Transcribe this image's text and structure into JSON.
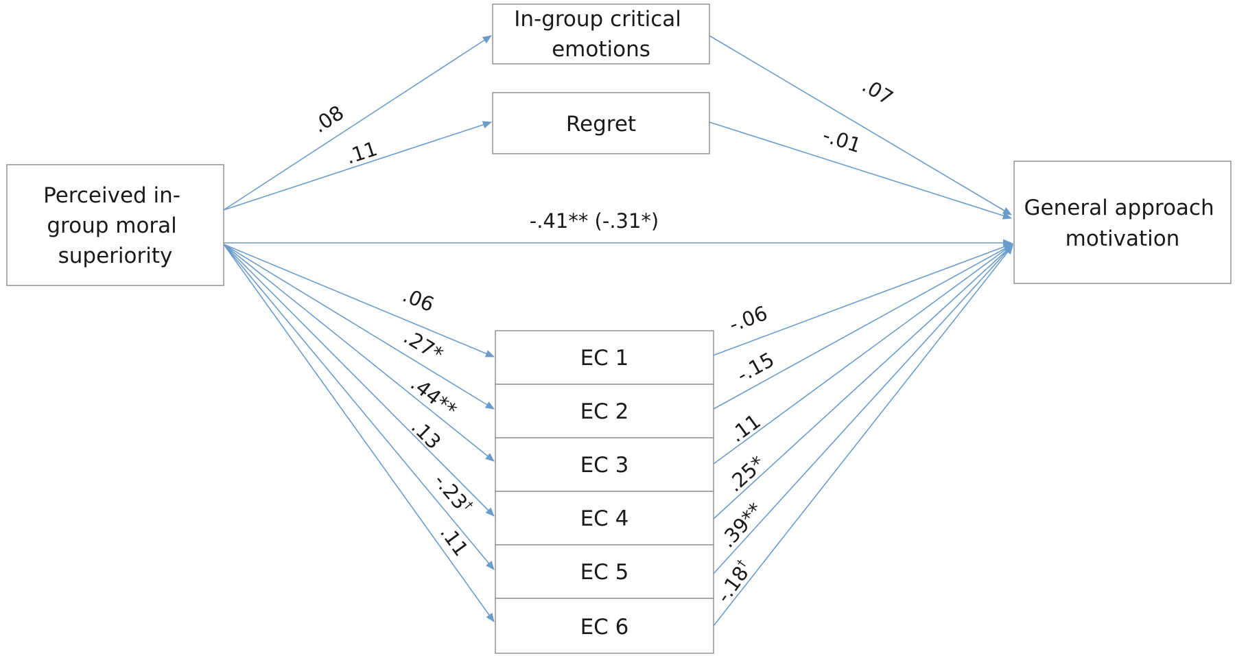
{
  "nodes": {
    "predictor": {
      "lines": [
        "Perceived in-",
        "group moral",
        "superiority"
      ]
    },
    "mediator_emotions": {
      "lines": [
        "In-group critical",
        "emotions"
      ]
    },
    "mediator_regret": {
      "lines": [
        "Regret"
      ]
    },
    "outcome": {
      "lines": [
        "General approach",
        "motivation"
      ]
    },
    "ec1": {
      "lines": [
        "EC 1"
      ]
    },
    "ec2": {
      "lines": [
        "EC 2"
      ]
    },
    "ec3": {
      "lines": [
        "EC 3"
      ]
    },
    "ec4": {
      "lines": [
        "EC 4"
      ]
    },
    "ec5": {
      "lines": [
        "EC 5"
      ]
    },
    "ec6": {
      "lines": [
        "EC 6"
      ]
    }
  },
  "paths": {
    "predictor_to_emotions": ".08",
    "predictor_to_regret": ".11",
    "emotions_to_outcome": ".07",
    "regret_to_outcome": "-.01",
    "direct": "-.41** (-.31*)",
    "predictor_to_ec1": ".06",
    "predictor_to_ec2": ".27*",
    "predictor_to_ec3": ".44**",
    "predictor_to_ec4": ".13",
    "predictor_to_ec5": {
      "text": "-.23",
      "sup": "†"
    },
    "predictor_to_ec6": ".11",
    "ec1_to_outcome": "-.06",
    "ec2_to_outcome": "-.15",
    "ec3_to_outcome": ".11",
    "ec4_to_outcome": ".25*",
    "ec5_to_outcome": ".39**",
    "ec6_to_outcome": {
      "text": "-.18",
      "sup": "†"
    }
  },
  "colors": {
    "arrow": "#6a9ccc",
    "box_border": "#8c8c8c",
    "text": "#1a1a1a"
  }
}
